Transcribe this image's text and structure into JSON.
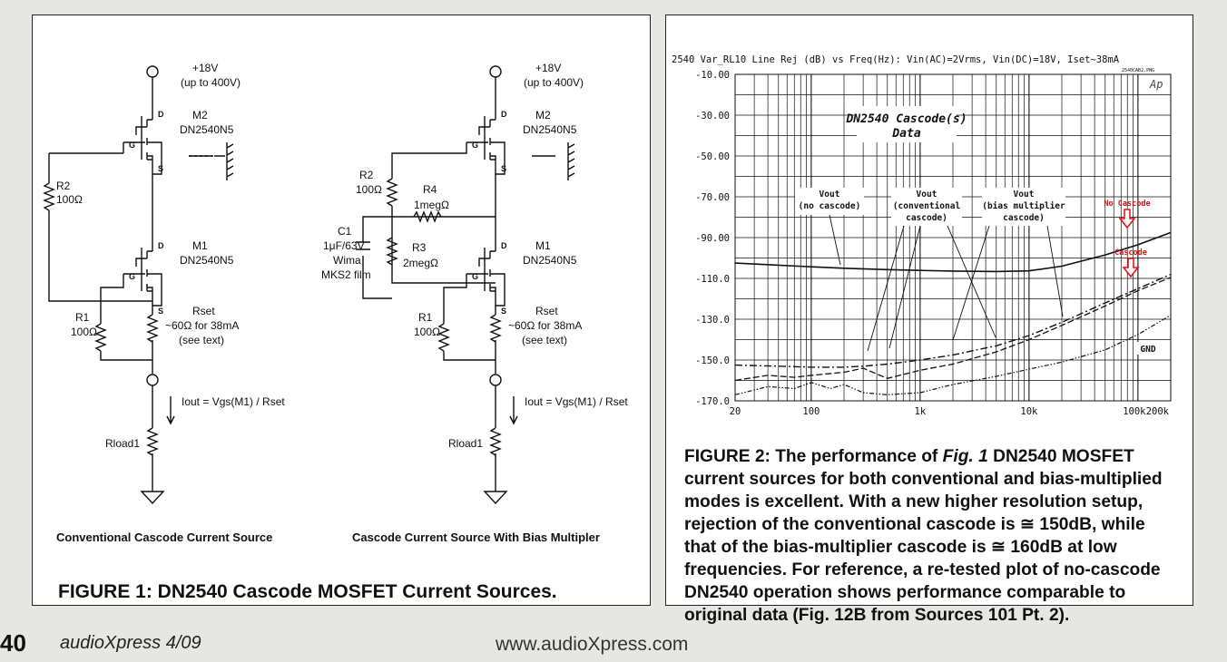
{
  "figure1": {
    "supply_voltage": "+18V",
    "supply_range": "(up to 400V)",
    "circuits": [
      {
        "title": "Conventional Cascode Current Source",
        "m2_name": "M2",
        "m2_part": "DN2540N5",
        "m1_name": "M1",
        "m1_part": "DN2540N5",
        "r2_name": "R2",
        "r2_value": "100Ω",
        "r1_name": "R1",
        "r1_value": "100Ω",
        "rset_name": "Rset",
        "rset_value": "~60Ω for 38mA",
        "rset_note": "(see text)",
        "iout": "Iout = Vgs(M1) / Rset",
        "load": "Rload1",
        "pin_d": "D",
        "pin_g": "G",
        "pin_s": "S"
      },
      {
        "title": "Cascode Current Source  With Bias Multipler",
        "m2_name": "M2",
        "m2_part": "DN2540N5",
        "m1_name": "M1",
        "m1_part": "DN2540N5",
        "r2_name": "R2",
        "r2_value": "100Ω",
        "r4_name": "R4",
        "r4_value": "1megΩ",
        "r3_name": "R3",
        "r3_value": "2megΩ",
        "c1_name": "C1",
        "c1_value": "1μF/63V",
        "c1_make": "Wima",
        "c1_type": "MKS2 film",
        "r1_name": "R1",
        "r1_value": "100Ω",
        "rset_name": "Rset",
        "rset_value": "~60Ω for 38mA",
        "rset_note": "(see text)",
        "iout": "Iout = Vgs(M1) / Rset",
        "load": "Rload1",
        "pin_d": "D",
        "pin_g": "G",
        "pin_s": "S"
      }
    ],
    "caption": "FIGURE 1: DN2540 Cascode MOSFET Current Sources."
  },
  "figure2": {
    "chart_title": "2540 Var_RL10 Line Rej (dB) vs Freq(Hz): Vin(AC)=2Vrms, Vin(DC)=18V, Iset~38mA",
    "file_tag": "2540CAB2.PNG",
    "logo": "Ap",
    "caption_prefix": "FIGURE 2: The performance of ",
    "caption_fig": "Fig. 1",
    "caption_rest": " DN2540 MOSFET current sources for both conventional and bias-multiplied modes is excellent. With a new higher resolution setup, rejection of the conventional cascode is ≅ 150dB, while that of the bias-multiplier cascode is ≅ 160dB at low frequencies. For reference, a re-tested plot of no-cascode DN2540 operation shows performance comparable to original data (Fig. 12B from Sources 101 Pt. 2)."
  },
  "chart_data": {
    "type": "line",
    "title": "2540 Var_RL10 Line Rej (dB) vs Freq(Hz): Vin(AC)=2Vrms, Vin(DC)=18V, Iset~38mA",
    "xscale": "log",
    "xlim": [
      20,
      200000
    ],
    "ylim": [
      -170,
      -10
    ],
    "grid": true,
    "x_ticks": [
      20,
      100,
      1000,
      10000,
      100000,
      200000
    ],
    "x_tick_labels": [
      "20",
      "100",
      "1k",
      "10k",
      "100k",
      "200k"
    ],
    "y_ticks": [
      -10,
      -30,
      -50,
      -70,
      -90,
      -110,
      -130,
      -150,
      -170
    ],
    "y_tick_labels": [
      "-10.00",
      "-30.00",
      "-50.00",
      "-70.00",
      "-90.00",
      "-110.0",
      "-130.0",
      "-150.0",
      "-170.0"
    ],
    "inset_title": "DN2540 Cascode(s)",
    "inset_subtitle": "Data",
    "annotations": {
      "no_cascode": "Vout\n(no cascode)",
      "conventional": "Vout\n(conventional\ncascode)",
      "bias_multiplier": "Vout\n(bias multiplier\ncascode)",
      "no_cascode_marker": "No Cascode",
      "cascode_marker": "Cascode",
      "gnd": "GND"
    },
    "series": [
      {
        "x": [
          20,
          50,
          100,
          200,
          500,
          1000,
          2000,
          5000,
          10000,
          20000,
          50000,
          100000,
          200000
        ],
        "y": [
          -102.5,
          -103.5,
          -104.3,
          -105,
          -105.7,
          -106.1,
          -106.4,
          -106.6,
          -106.3,
          -104,
          -98.5,
          -93.5,
          -87.5
        ]
      },
      {
        "x": [
          20,
          50,
          100,
          200,
          300,
          500,
          1000,
          2000,
          5000,
          10000,
          20000,
          50000,
          100000,
          200000
        ],
        "y": [
          -152.5,
          -153,
          -153.5,
          -153.5,
          -153,
          -152,
          -150,
          -147.5,
          -143,
          -138,
          -131.5,
          -122,
          -115,
          -108
        ]
      },
      {
        "x": [
          20,
          40,
          70,
          100,
          200,
          300,
          500,
          1000,
          2000,
          5000,
          10000,
          20000,
          50000,
          100000,
          200000
        ],
        "y": [
          -160,
          -157.5,
          -158.5,
          -157.5,
          -156,
          -154,
          -159,
          -155,
          -152,
          -146,
          -140,
          -133,
          -123.5,
          -116,
          -109.5
        ]
      },
      {
        "x": [
          20,
          40,
          70,
          100,
          150,
          200,
          300,
          500,
          1000,
          2000,
          5000,
          10000,
          20000,
          50000,
          100000,
          200000
        ],
        "y": [
          -167,
          -163,
          -164,
          -161,
          -164,
          -162,
          -166,
          -167,
          -166,
          -162,
          -158,
          -154.5,
          -151,
          -145,
          -137.5,
          -128
        ]
      }
    ]
  },
  "footer": {
    "page": "40",
    "magazine": "audioXpress  4/09",
    "url": "www.audioXpress.com"
  }
}
